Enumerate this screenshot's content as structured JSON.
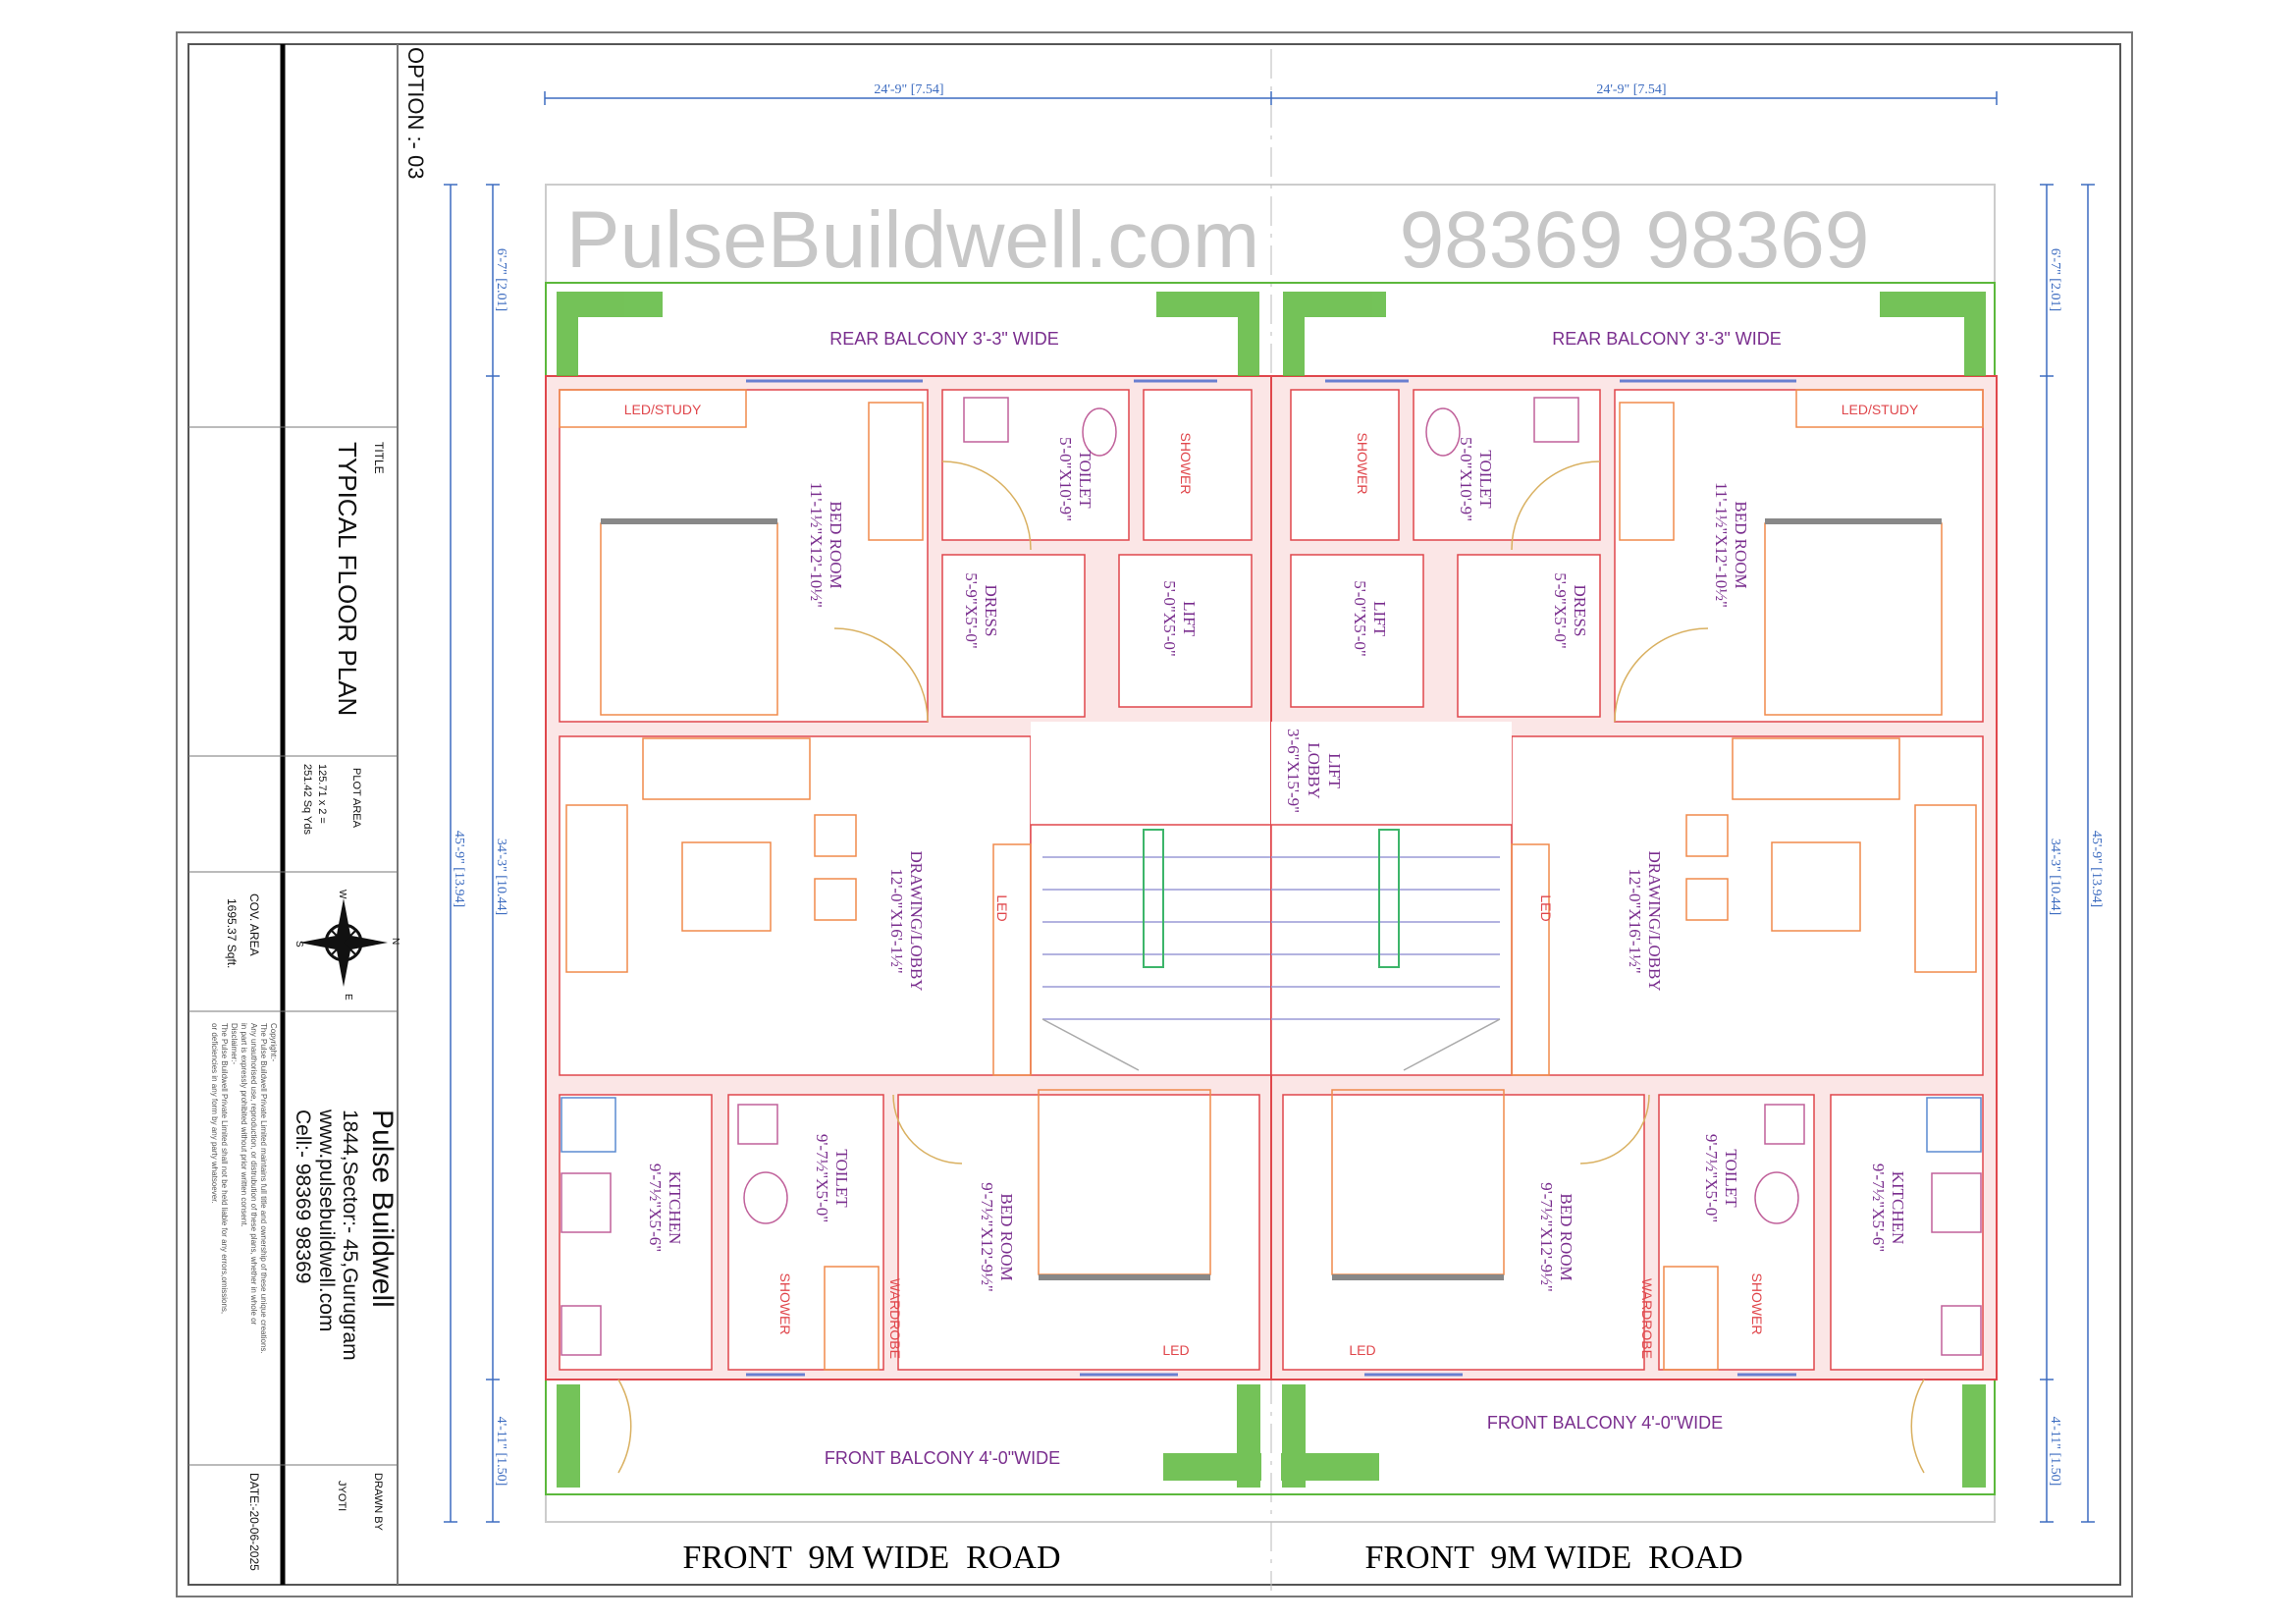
{
  "sheet": {
    "option": "OPTION :- 03"
  },
  "title_block": {
    "title_label": "TITLE",
    "title": "TYPICAL  FLOOR  PLAN",
    "plot_area_label": "PLOT AREA",
    "plot_area_line1": "125.71 x 2 =",
    "plot_area_line2": "251.42 Sq Yds",
    "cov_area_label": "COV. AREA",
    "cov_area_value": "1695.37 Sqft.",
    "company_name": "Pulse Buildwell",
    "company_address": "1844,Sector:- 45,Gurugram",
    "company_website": "www.pulsebuildwell.com",
    "company_cell": "Cell:- 98369 98369",
    "copyright": [
      "Copyright:-",
      "The Pulse Buildwell Private Limited maintains full title and ownership of these unique creations.",
      "Any unauthorised use, reproduction, or distrubution of these plans, whether in whole or",
      "in part is expressly prohibited without prior written consent.",
      "Disclaimer:-",
      "The Pulse Buildwell Private Limited shall not be held liable for any errors,omissions,",
      "or deficiencies in any form by any party whatsoever."
    ],
    "drawn_by_label": "DRAWN BY",
    "drawn_by": "JYOTI",
    "date": "DATE:-20-06-2025"
  },
  "compass": {
    "n": "N",
    "s": "S",
    "e": "E",
    "w": "W"
  },
  "dimensions": {
    "unit_width_left": "24'-9\" [7.54]",
    "unit_width_right": "24'-9\" [7.54]",
    "rear": "6'-7\" [2.01]",
    "middle": "34'-3\" [10.44]",
    "front": "4'-11\" [1.50]",
    "overall": "45'-9\" [13.94]"
  },
  "units": {
    "left": {
      "rear_balcony": "REAR  BALCONY 3'-3\" WIDE",
      "led_study": "LED/STUDY",
      "bedroom1_name": "BED ROOM",
      "bedroom1_size": "11'-1½\"X12'-10½\"",
      "toilet1_name": "TOILET",
      "toilet1_size": "5'-0\"X10'-9\"",
      "shower1": "SHOWER",
      "dress_name": "DRESS",
      "dress_size": "5'-9\"X5'-0\"",
      "lift_name": "LIFT",
      "lift_size": "5'-0\"X5'-0\"",
      "drawing_name": "DRAWING/LOBBY",
      "drawing_size": "12'-0\"X16'-1½\"",
      "led_drawing": "LED",
      "kitchen_name": "KITCHEN",
      "kitchen_size": "9'-7½\"X5'-6\"",
      "toilet2_name": "TOILET",
      "toilet2_size": "9'-7½\"X5'-0\"",
      "shower2": "SHOWER",
      "wardrobe": "WARDROBE",
      "bedroom2_name": "BED ROOM",
      "bedroom2_size": "9'-7½\"X12'-9½\"",
      "led_bedroom2": "LED",
      "front_balcony": "FRONT  BALCONY 4'-0\"WIDE",
      "road": "FRONT  9M WIDE  ROAD"
    },
    "right": {
      "rear_balcony": "REAR  BALCONY 3'-3\" WIDE",
      "led_study": "LED/STUDY",
      "bedroom1_name": "BED ROOM",
      "bedroom1_size": "11'-1½\"X12'-10½\"",
      "toilet1_name": "TOILET",
      "toilet1_size": "5'-0\"X10'-9\"",
      "shower1": "SHOWER",
      "dress_name": "DRESS",
      "dress_size": "5'-9\"X5'-0\"",
      "lift_name": "LIFT",
      "lift_size": "5'-0\"X5'-0\"",
      "drawing_name": "DRAWING/LOBBY",
      "drawing_size": "12'-0\"X16'-1½\"",
      "led_drawing": "LED",
      "kitchen_name": "KITCHEN",
      "kitchen_size": "9'-7½\"X5'-6\"",
      "toilet2_name": "TOILET",
      "toilet2_size": "9'-7½\"X5'-0\"",
      "shower2": "SHOWER",
      "wardrobe": "WARDROBE",
      "bedroom2_name": "BED ROOM",
      "bedroom2_size": "9'-7½\"X12'-9½\"",
      "led_bedroom2": "LED",
      "front_balcony": "FRONT  BALCONY 4'-0\"WIDE",
      "road": "FRONT  9M WIDE  ROAD"
    }
  },
  "lift_lobby": {
    "name1": "LIFT",
    "name2": "LOBBY",
    "size": "3'-6\"X15'-9\""
  },
  "watermark": {
    "brand": "PulseBuildwell.com",
    "phone": "98369 98369"
  },
  "colors": {
    "wall": "#e0474c",
    "label": "#7a2e8e",
    "dimension": "#3d6cc0",
    "plant": "#5cb83c",
    "furniture": "#f08a4b"
  }
}
